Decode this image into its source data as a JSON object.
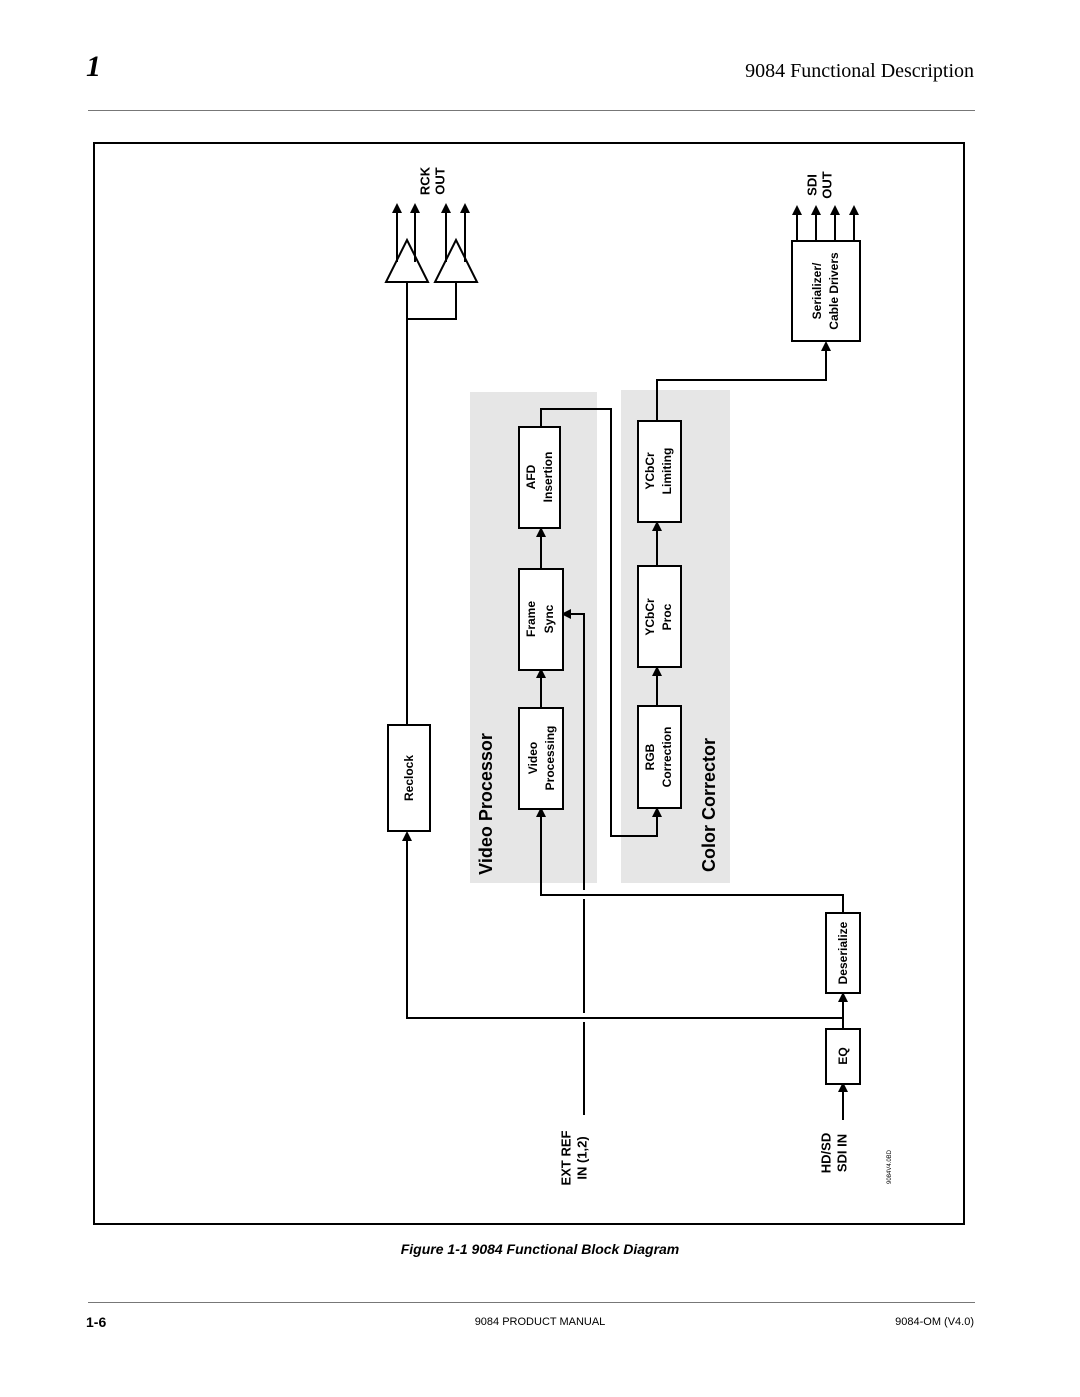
{
  "header": {
    "chapter_number": "1",
    "title": "9084 Functional Description"
  },
  "diagram": {
    "groups": {
      "video_processor": "Video Processor",
      "color_corrector": "Color Corrector"
    },
    "blocks": {
      "reclock": "Reclock",
      "video_processing": [
        "Video",
        "Processing"
      ],
      "frame_sync": [
        "Frame",
        "Sync"
      ],
      "afd_insertion": [
        "AFD",
        "Insertion"
      ],
      "rgb_correction": [
        "RGB",
        "Correction"
      ],
      "ycbcr_proc": [
        "YCbCr",
        "Proc"
      ],
      "ycbcr_limiting": [
        "YCbCr",
        "Limiting"
      ],
      "serializer": [
        "Serializer/",
        "Cable Drivers"
      ],
      "deserialize": "Deserialize",
      "eq": "EQ"
    },
    "io_labels": {
      "rck_out": [
        "RCK",
        "OUT"
      ],
      "sdi_out": [
        "SDI",
        "OUT"
      ],
      "ext_ref": [
        "EXT REF",
        "IN (1,2)"
      ],
      "sdi_in": [
        "HD/SD",
        "SDI IN"
      ]
    },
    "drawing_id": "9084V4.0BD"
  },
  "caption": "Figure 1-1  9084 Functional Block Diagram",
  "footer": {
    "page": "1-6",
    "center": "9084 PRODUCT MANUAL",
    "right": "9084-OM  (V4.0)"
  }
}
